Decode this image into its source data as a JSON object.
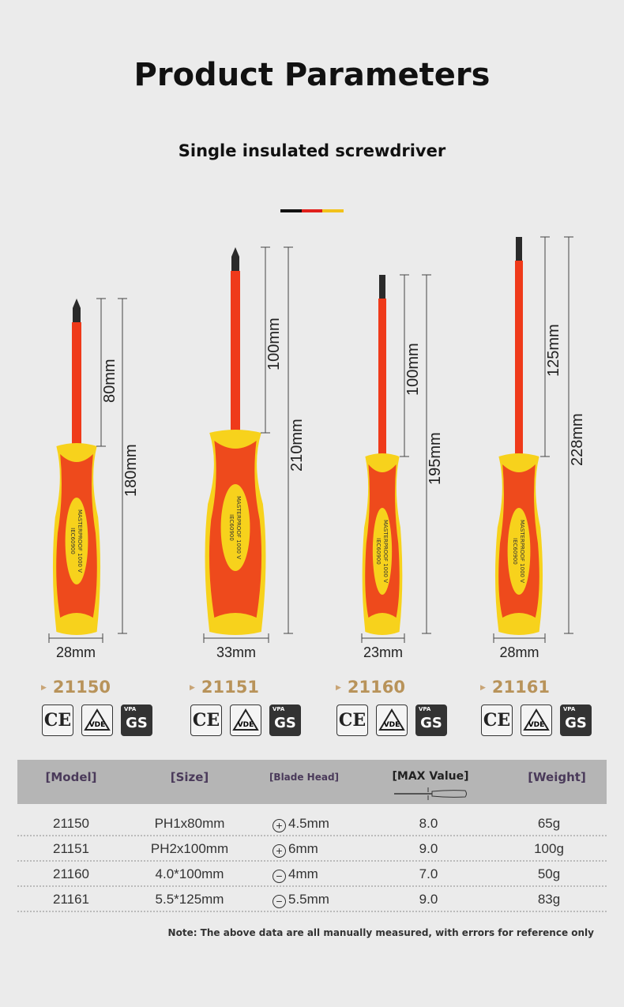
{
  "title": "Product Parameters",
  "subtitle": "Single insulated screwdriver",
  "accent_colors": [
    "#111111",
    "#e0201c",
    "#f2c21b"
  ],
  "products": [
    {
      "model": "21150",
      "blade_length": "80mm",
      "total_length": "180mm",
      "handle_width": "28mm"
    },
    {
      "model": "21151",
      "blade_length": "100mm",
      "total_length": "210mm",
      "handle_width": "33mm"
    },
    {
      "model": "21160",
      "blade_length": "100mm",
      "total_length": "195mm",
      "handle_width": "23mm"
    },
    {
      "model": "21161",
      "blade_length": "125mm",
      "total_length": "228mm",
      "handle_width": "28mm"
    }
  ],
  "handle_print": {
    "brand": "MASTERPROOF",
    "standard": "IEC60900",
    "voltage": "1000 V"
  },
  "certs": {
    "ce": "CE",
    "vde": "VDE",
    "gs": "GS",
    "vpa": "VPA"
  },
  "table": {
    "headers": [
      "[Model]",
      "[Size]",
      "[Blade Head]",
      "[MAX Value]",
      "[Weight]"
    ],
    "rows": [
      {
        "model": "21150",
        "size": "PH1x80mm",
        "head_icon": "plus",
        "head": "4.5mm",
        "max": "8.0",
        "weight": "65g"
      },
      {
        "model": "21151",
        "size": "PH2x100mm",
        "head_icon": "plus",
        "head": "6mm",
        "max": "9.0",
        "weight": "100g"
      },
      {
        "model": "21160",
        "size": "4.0*100mm",
        "head_icon": "minus",
        "head": "4mm",
        "max": "7.0",
        "weight": "50g"
      },
      {
        "model": "21161",
        "size": "5.5*125mm",
        "head_icon": "minus",
        "head": "5.5mm",
        "max": "9.0",
        "weight": "83g"
      }
    ]
  },
  "note": "Note: The above data are all manually measured, with errors for reference only"
}
